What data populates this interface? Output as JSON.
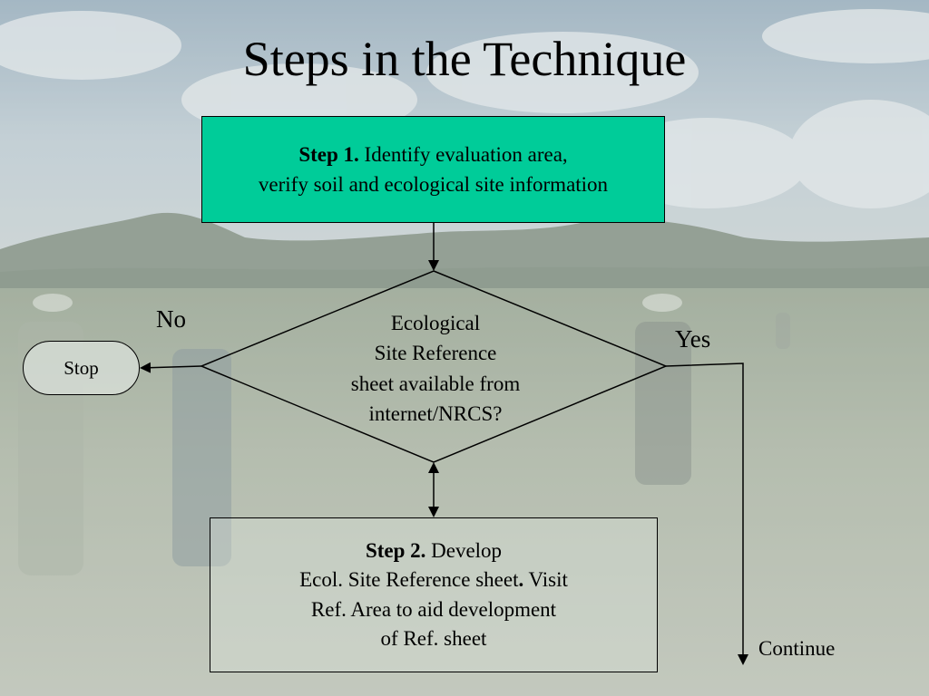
{
  "title": "Steps in the Technique",
  "step1": {
    "bold": "Step 1.",
    "line1": "Identify evaluation area,",
    "line2": "verify soil and ecological site information"
  },
  "decision": {
    "lines": [
      "Ecological",
      "Site Reference",
      "sheet available from",
      "internet/NRCS?"
    ]
  },
  "no_label": "No",
  "yes_label": "Yes",
  "stop_label": "Stop",
  "step2": {
    "bold": "Step 2.",
    "line1": "Develop",
    "line2a": "Ecol. Site Reference sheet",
    "line2b": ".",
    "line2c": " Visit",
    "line3": "Ref. Area to aid development",
    "line4": "of Ref. sheet"
  },
  "continue_label": "Continue",
  "colors": {
    "step1_fill": "#00cc99",
    "line": "#000000"
  }
}
